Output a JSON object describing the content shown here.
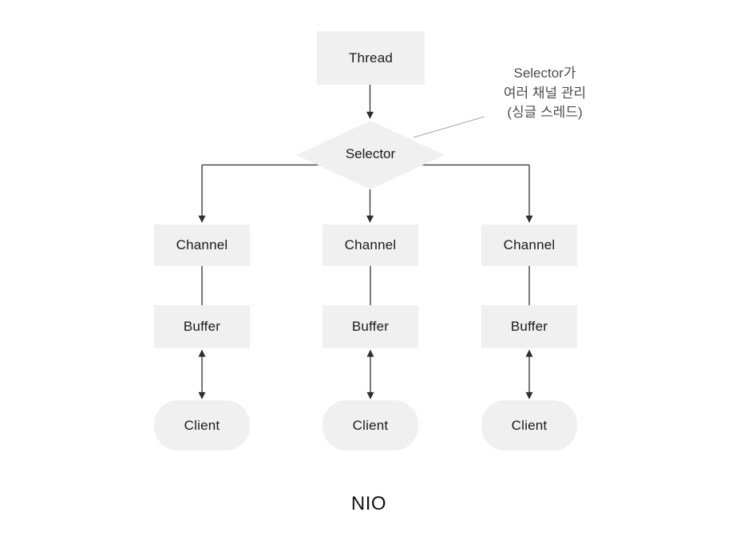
{
  "diagram": {
    "caption": "NIO",
    "nodes": {
      "thread": "Thread",
      "selector": "Selector",
      "channels": [
        "Channel",
        "Channel",
        "Channel"
      ],
      "buffers": [
        "Buffer",
        "Buffer",
        "Buffer"
      ],
      "clients": [
        "Client",
        "Client",
        "Client"
      ]
    },
    "annotation": {
      "lines": [
        "Selector가",
        "여러 채널 관리",
        "(싱글 스레드)"
      ]
    },
    "colors": {
      "node_fill": "#f0f0f0",
      "connector_line": "#2f2f2f",
      "annotation_callout_line": "#a6a6a6",
      "node_text": "#1a1a1a",
      "annotation_text": "#4d4d4d",
      "caption_text": "#111111",
      "background": "#ffffff"
    }
  }
}
